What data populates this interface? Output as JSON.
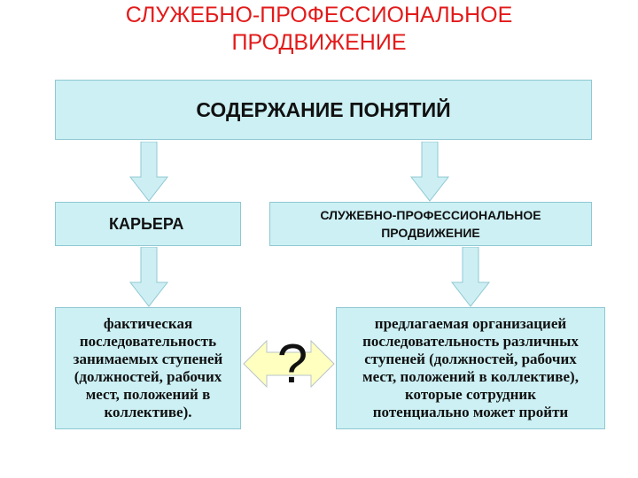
{
  "title": {
    "line1": "СЛУЖЕБНО-ПРОФЕССИОНАЛЬНОЕ",
    "line2": "ПРОДВИЖЕНИЕ"
  },
  "root": {
    "label": "СОДЕРЖАНИЕ ПОНЯТИЙ"
  },
  "left_branch": {
    "label": "КАРЬЕРА",
    "description": "фактическая\nпоследовательность\nзанимаемых ступеней\n(должностей, рабочих\nмест, положений в\nколлективе)."
  },
  "right_branch": {
    "label": "СЛУЖЕБНО-ПРОФЕССИОНАЛЬНОЕ\nПРОДВИЖЕНИЕ",
    "description": "предлагаемая организацией\nпоследовательность различных\nступеней (должностей, рабочих\nмест, положений в коллективе),\nкоторые сотрудник\nпотенциально может пройти"
  },
  "comparison": {
    "symbol": "?"
  },
  "colors": {
    "title": "#e31a1a",
    "box_fill": "#ccf0f4",
    "box_border": "#8fc8d2",
    "arrow_fill": "#cdeff4",
    "double_arrow_fill": "#ffffc0"
  }
}
